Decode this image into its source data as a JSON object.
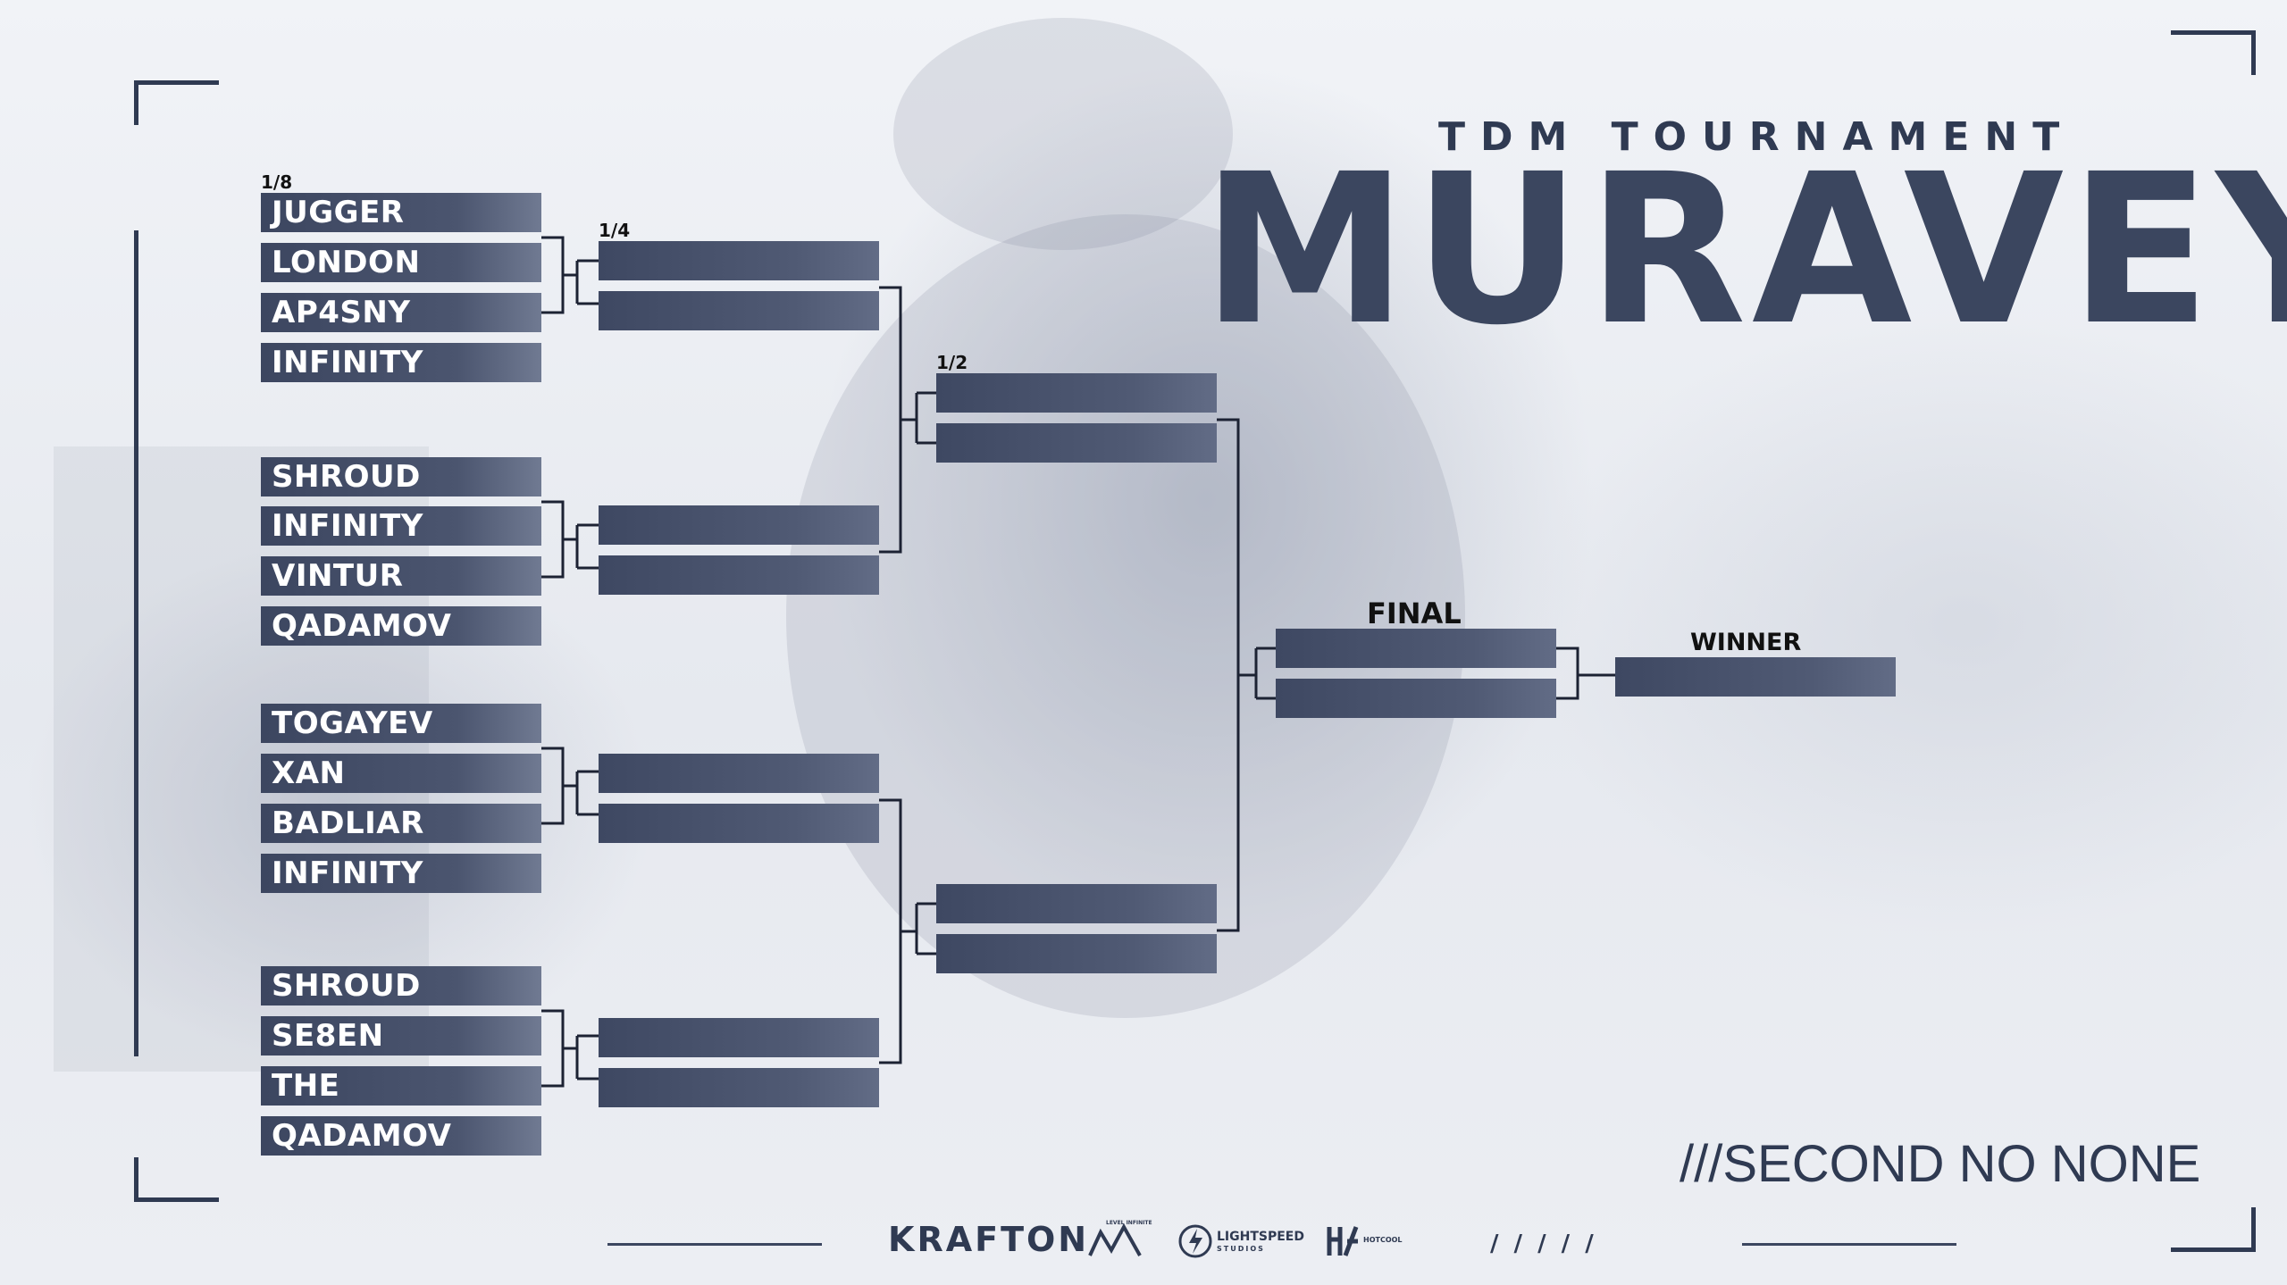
{
  "header": {
    "subtitle": "TDM TOURNAMENT",
    "title": "MURAVEY"
  },
  "tagline": "///SECOND NO NONE",
  "stages": {
    "round_of_16": "1/8",
    "quarter": "1/4",
    "semi": "1/2",
    "final": "FINAL",
    "winner": "WINNER"
  },
  "round_of_16": [
    [
      "JUGGER",
      "LONDON",
      "AP4SNY",
      "INFINITY"
    ],
    [
      "SHROUD",
      "INFINITY",
      "VINTUR",
      "QADAMOV"
    ],
    [
      "TOGAYEV",
      "XAN",
      "BADLIAR",
      "INFINITY"
    ],
    [
      "SHROUD",
      "SE8EN",
      "THE",
      "QADAMOV"
    ]
  ],
  "sponsors": {
    "krafton": "KRAFTON",
    "level_infinite": "LEVEL INFINITE",
    "lightspeed": "LIGHTSPEED",
    "lightspeed_sub": "STUDIOS",
    "hotcool": "HOTCOOL"
  },
  "footer_slashes": "/ / / / /",
  "colors": {
    "slot": "#3c4660",
    "accent": "#2f3a52",
    "background": "#eef0f5"
  }
}
